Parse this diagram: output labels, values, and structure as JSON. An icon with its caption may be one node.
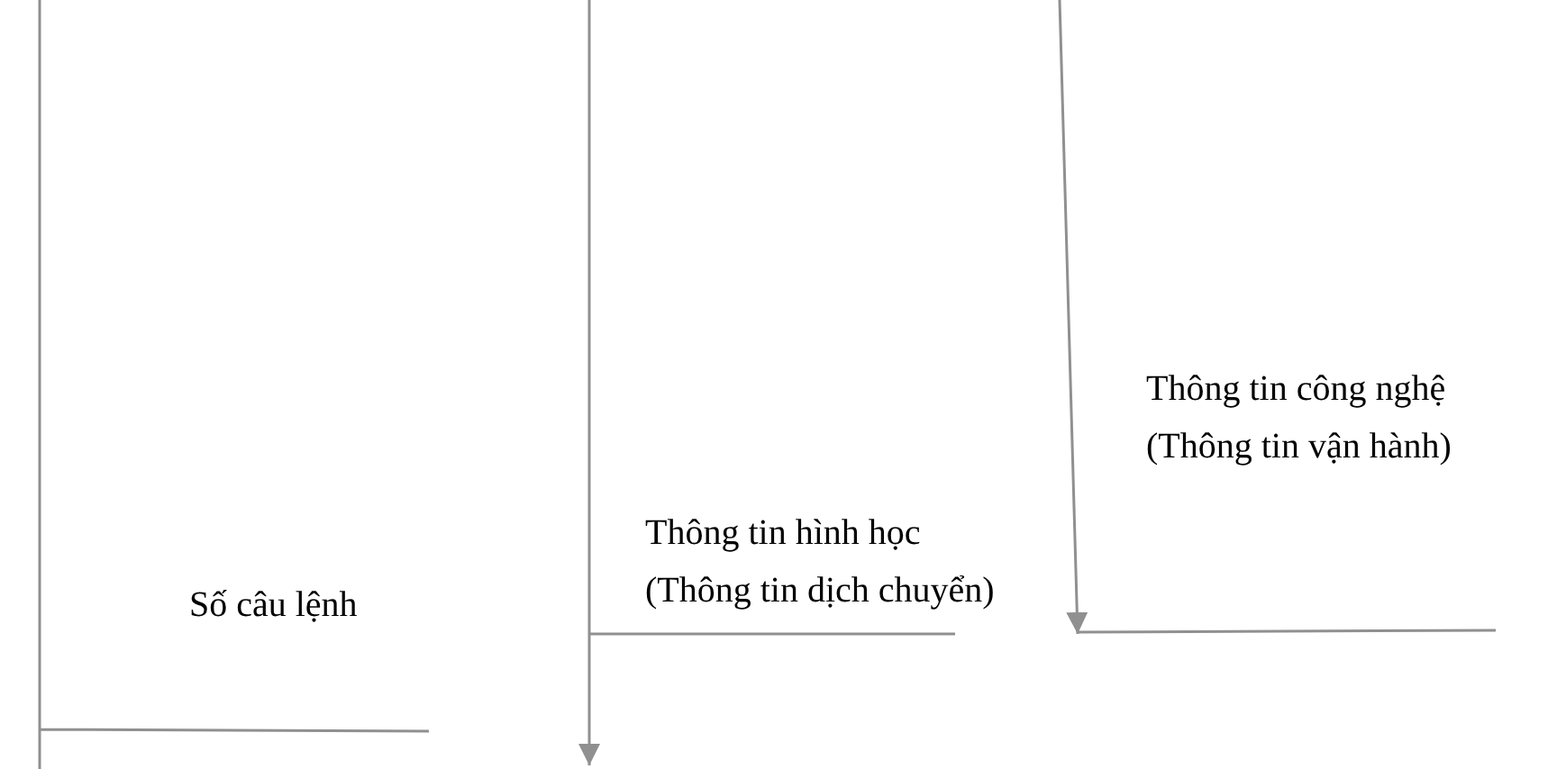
{
  "diagram": {
    "labels": [
      "Số câu lệnh",
      "Thông tin hình học (Thông tin dịch chuyển)",
      "Thông tin công nghệ (Thông tin vận hành)"
    ]
  }
}
